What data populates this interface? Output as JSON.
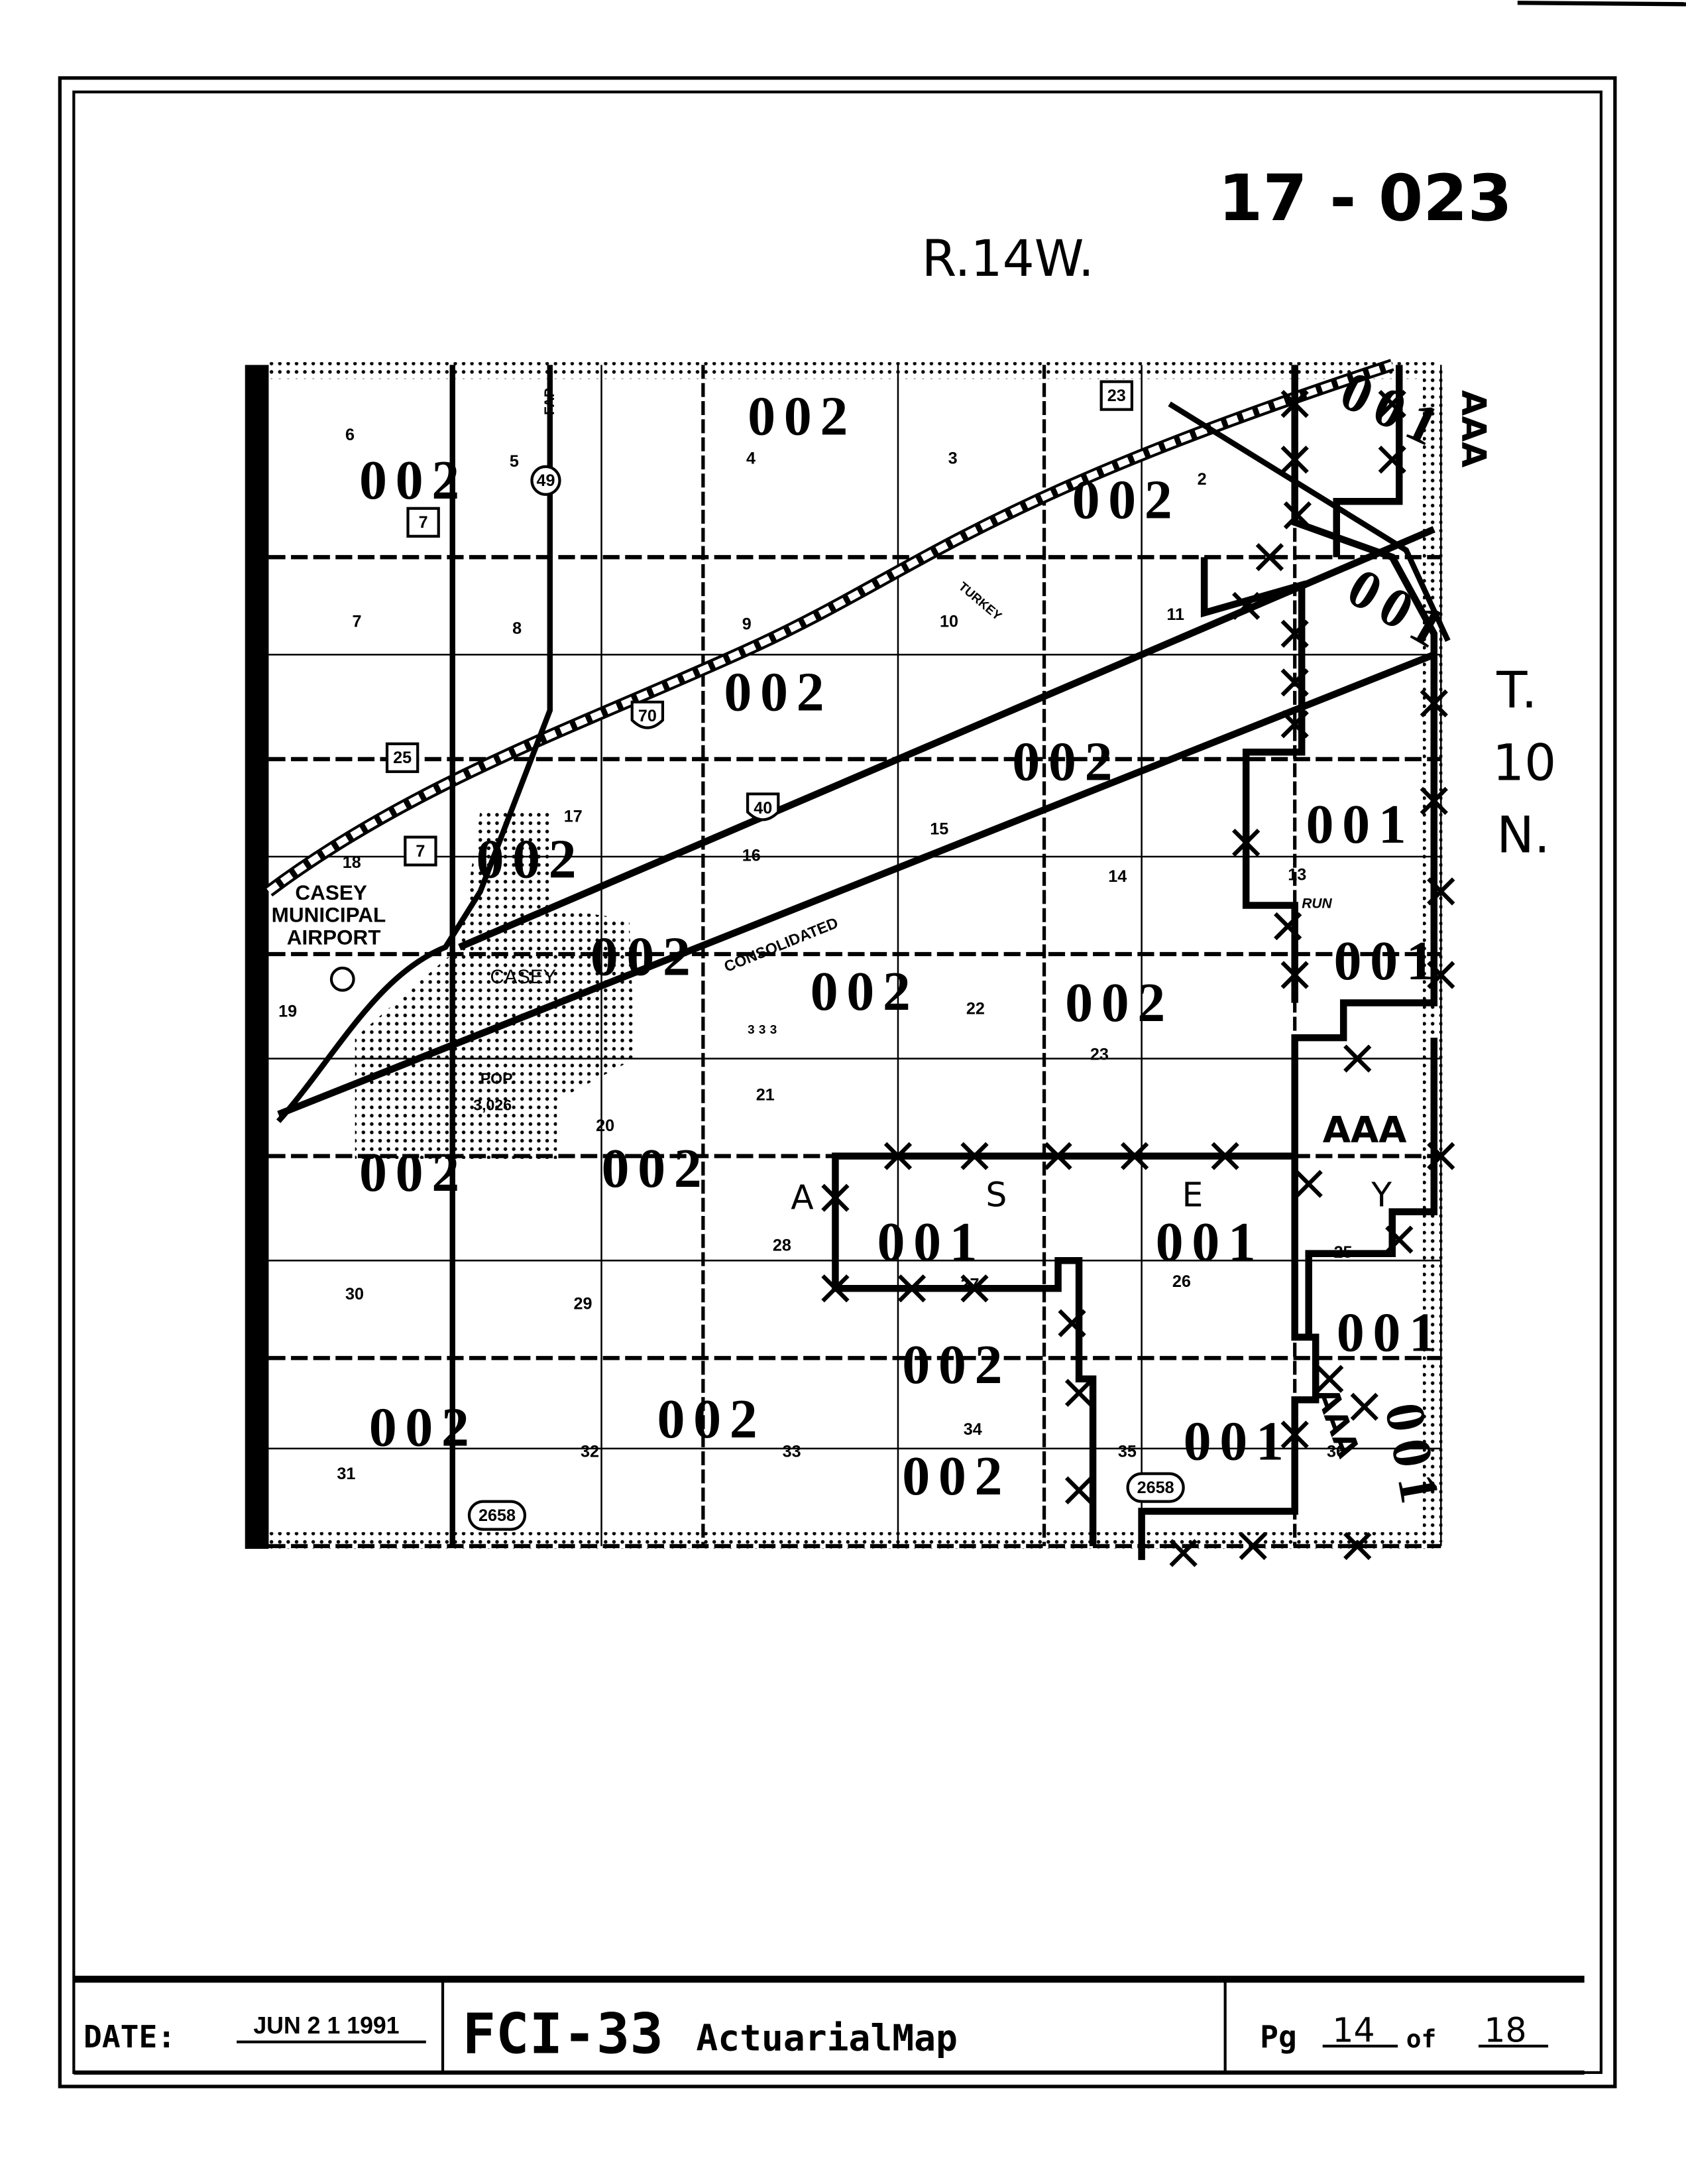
{
  "header": {
    "map_number": "17 - 023",
    "range_label": "R.14W.",
    "township_label": [
      "T.",
      "10",
      "N."
    ]
  },
  "map": {
    "place_labels": {
      "airport": [
        "CASEY",
        "MUNICIPAL",
        "AIRPORT"
      ],
      "town": "CASEY",
      "population": [
        "POP.",
        "3,026"
      ],
      "road_consolidated": "CONSOLIDATED",
      "creek_turkey": "TURKEY",
      "creek_run": "RUN",
      "route_fap": "FAP"
    },
    "route_shields": [
      "49",
      "7",
      "23",
      "70",
      "25",
      "7",
      "40",
      "2658",
      "2658"
    ],
    "sections": [
      "6",
      "5",
      "4",
      "3",
      "2",
      "7",
      "8",
      "9",
      "10",
      "11",
      "18",
      "17",
      "16",
      "15",
      "14",
      "13",
      "19",
      "20",
      "21",
      "22",
      "23",
      "30",
      "29",
      "28",
      "27",
      "26",
      "25",
      "31",
      "32",
      "33",
      "34",
      "35",
      "36"
    ],
    "zone_codes_002": [
      "002",
      "002",
      "002",
      "002",
      "002",
      "002",
      "002",
      "002",
      "002",
      "002",
      "002",
      "002",
      "002",
      "002",
      "002"
    ],
    "zone_codes_001": [
      "001",
      "001",
      "001",
      "001",
      "001",
      "001",
      "001",
      "001",
      "001"
    ],
    "district_letters": [
      "A",
      "S",
      "E",
      "Y"
    ],
    "district_marks": [
      "AAA",
      "AAA",
      "AAA"
    ],
    "misc_marks": [
      "333"
    ]
  },
  "title_block": {
    "date_label": "DATE:",
    "date_value": "JUN 2 1 1991",
    "form_id": "FCI-33",
    "form_title": "ActuarialMap",
    "page_label": "Pg",
    "page_current": "14",
    "page_of": "of",
    "page_total": "18"
  }
}
